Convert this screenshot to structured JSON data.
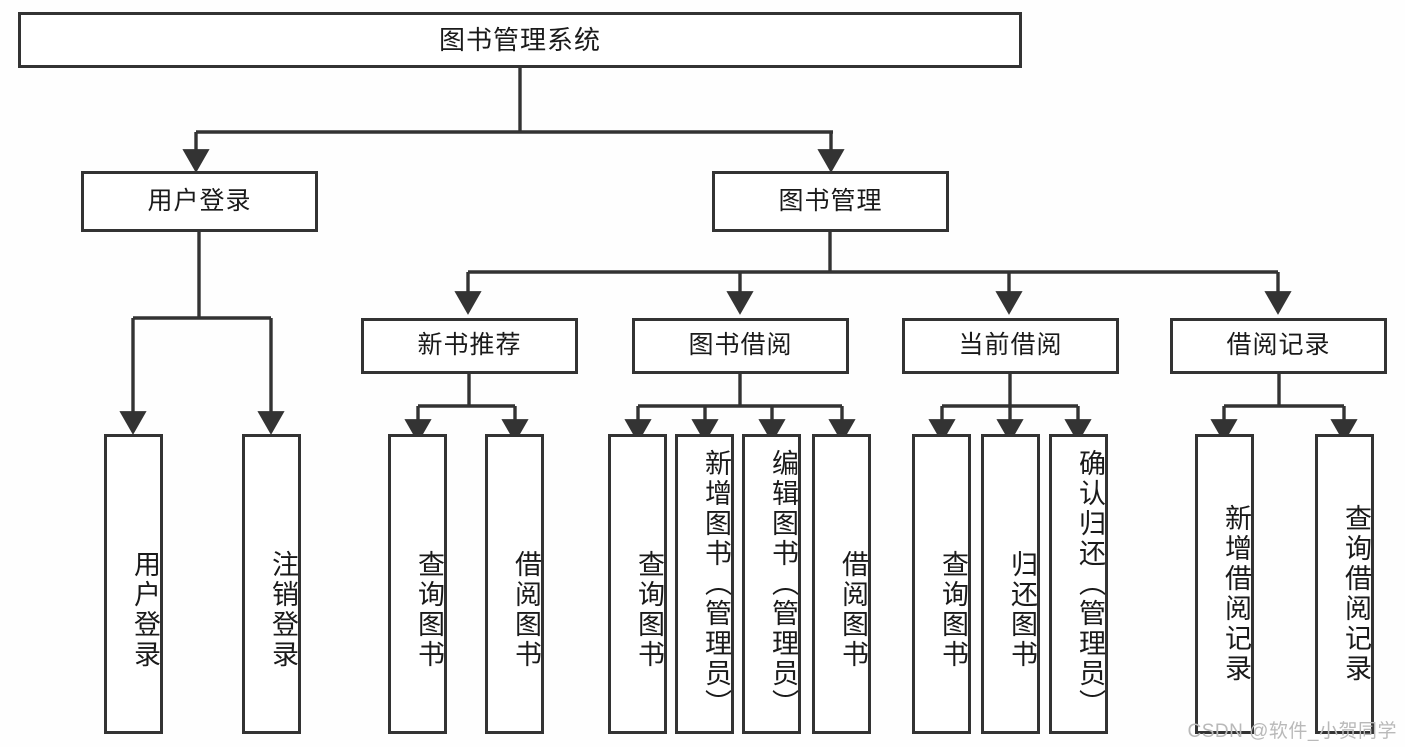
{
  "diagram": {
    "type": "tree-hierarchy-chart",
    "title": "图书管理系统",
    "levels": {
      "root": {
        "label": "图书管理系统"
      },
      "level2": [
        {
          "label": "用户登录"
        },
        {
          "label": "图书管理"
        }
      ],
      "level3": [
        {
          "label": "新书推荐"
        },
        {
          "label": "图书借阅"
        },
        {
          "label": "当前借阅"
        },
        {
          "label": "借阅记录"
        }
      ],
      "leaves": [
        {
          "label": "用户登录",
          "parent": "用户登录"
        },
        {
          "label": "注销登录",
          "parent": "用户登录"
        },
        {
          "label": "查询图书",
          "parent": "新书推荐"
        },
        {
          "label": "借阅图书",
          "parent": "新书推荐"
        },
        {
          "label": "查询图书",
          "parent": "图书借阅"
        },
        {
          "label": "新增图书（管理员）",
          "parent": "图书借阅"
        },
        {
          "label": "编辑图书（管理员）",
          "parent": "图书借阅"
        },
        {
          "label": "借阅图书",
          "parent": "图书借阅"
        },
        {
          "label": "查询图书",
          "parent": "当前借阅"
        },
        {
          "label": "归还图书",
          "parent": "当前借阅"
        },
        {
          "label": "确认归还（管理员）",
          "parent": "当前借阅"
        },
        {
          "label": "新增借阅记录",
          "parent": "借阅记录"
        },
        {
          "label": "查询借阅记录",
          "parent": "借阅记录"
        }
      ]
    },
    "colors": {
      "stroke": "#333333",
      "fill": "#ffffff",
      "text": "#1a1a1a",
      "watermark": "#b9b9b9"
    }
  },
  "watermark": {
    "text": "CSDN @软件_小贺同学"
  }
}
